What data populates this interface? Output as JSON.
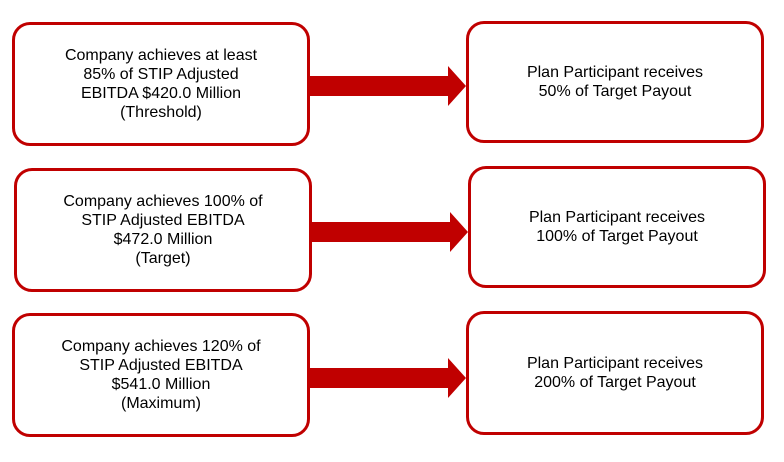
{
  "rows": [
    {
      "condition": [
        "Company achieves at least",
        "85% of STIP Adjusted",
        "EBITDA $420.0 Million",
        "(Threshold)"
      ],
      "result": [
        "Plan Participant receives",
        "50% of Target Payout"
      ]
    },
    {
      "condition": [
        "Company achieves 100% of",
        "STIP Adjusted EBITDA",
        "$472.0 Million",
        "(Target)"
      ],
      "result": [
        "Plan Participant receives",
        "100% of Target Payout"
      ]
    },
    {
      "condition": [
        "Company achieves 120% of",
        "STIP Adjusted EBITDA",
        "$541.0 Million",
        "(Maximum)"
      ],
      "result": [
        "Plan Participant receives",
        "200% of Target Payout"
      ]
    }
  ],
  "colors": {
    "border": "#c00000",
    "arrow": "#c00000"
  }
}
